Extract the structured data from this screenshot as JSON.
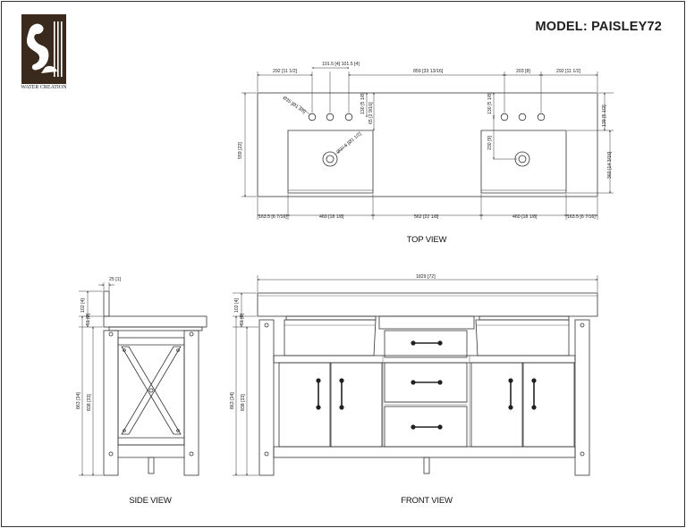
{
  "model_label": "MODEL: PAISLEY72",
  "logo": {
    "brand": "WATER CREATION",
    "icon": "kneeling-figure-logo-icon"
  },
  "views": {
    "top": "TOP VIEW",
    "side": "SIDE VIEW",
    "front": "FRONT VIEW"
  },
  "top_dims": {
    "left_edge_to_hole": "292 [11 1/2]",
    "hole_spacing": "101.5 [4] 101.5 [4]",
    "center_span": "859 [33 13/16]",
    "right_hole_spacing": "203 [8]",
    "right_edge_to_hole": "292 [11 1/2]",
    "hole_dia": "Ø35 [Ø1 3/8]",
    "back_to_hole_left": "130 [5 1/8]",
    "back_to_sink_left": "65 [2 9/16]",
    "drain_dia": "Ø37.5 [Ø1 1/2]",
    "back_to_hole_right": "130 [5 1/8]",
    "hole_to_drain_right": "230 [9]",
    "depth_total": "559 [22]",
    "sink_back_offset": "139 [5 1/2]",
    "sink_depth": "360 [14 3/16]",
    "bottom_left_edge": "163.5 [6 7/16]",
    "left_sink_width": "460 [18 1/8]",
    "between_sinks": "562 [22 1/8]",
    "right_sink_width": "460 [18 1/8]",
    "bottom_right_edge": "163.5 [6 7/16]"
  },
  "side_dims": {
    "backsplash_thickness": "25 [1]",
    "backsplash_height": "102 [4]",
    "top_thickness": "51 [2]",
    "total_height": "863 [34]",
    "cabinet_height": "838 [33]"
  },
  "front_dims": {
    "overall_width": "1829 [72]",
    "top_thickness": "102 [4]",
    "sink_rim": "51 [2]",
    "total_height": "863 [34]",
    "cabinet_height": "838 [33]"
  }
}
